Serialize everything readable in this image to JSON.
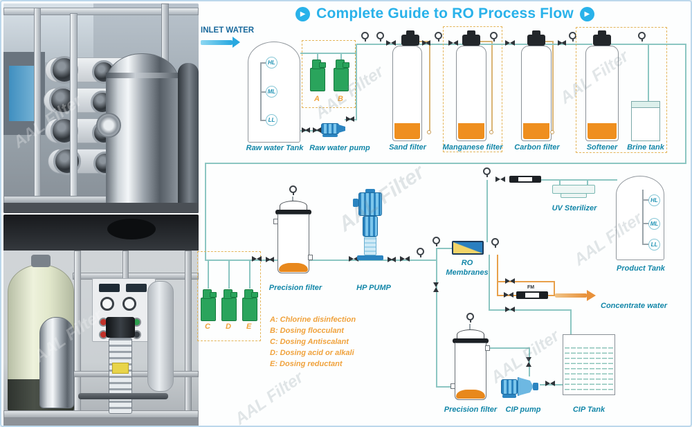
{
  "page": {
    "title": "Complete Guide to RO Process Flow"
  },
  "icons": {
    "play": "▶"
  },
  "colors": {
    "title_cyan": "#29b2ea",
    "pipe_teal": "#8cc6c2",
    "backwash_khaki": "#d9b474",
    "concentrate_orange": "#e8a04a",
    "label_teal": "#1286a8",
    "legend_orange": "#f0a23c",
    "dosing_green": "#2aa45c",
    "filter_media_orange": "#ef8f1f",
    "pump_blue": "#2b84c0",
    "membrane_yellow": "#f2d468",
    "membrane_blue": "#2a7fc0"
  },
  "diagram": {
    "inlet_label": "INLET WATER",
    "watermark": "AAL Filter",
    "fm_label": "FM",
    "labels": {
      "raw_water_tank": "Raw water Tank",
      "raw_water_pump": "Raw water pump",
      "sand_filter": "Sand filter",
      "manganese_filter": "Manganese filter",
      "carbon_filter": "Carbon filter",
      "softener": "Softener",
      "brine_tank": "Brine tank",
      "precision_filter_1": "Precision filter",
      "hp_pump": "HP PUMP",
      "ro_line1": "RO",
      "ro_line2": "Membranes",
      "uv_sterilizer": "UV Sterilizer",
      "product_tank": "Product Tank",
      "concentrate_water": "Concentrate water",
      "precision_filter_2": "Precision filter",
      "cip_pump": "CIP pump",
      "cip_tank": "CIP Tank"
    },
    "dosing_points": [
      "A",
      "B",
      "C",
      "D",
      "E"
    ],
    "levels": [
      "HL",
      "ML",
      "LL"
    ],
    "legend": [
      "A:  Chlorine disinfection",
      "B:  Dosing flocculant",
      "C:  Dosing Antiscalant",
      "D:  Dosing acid or alkali",
      "E:  Dosing reductant"
    ]
  }
}
